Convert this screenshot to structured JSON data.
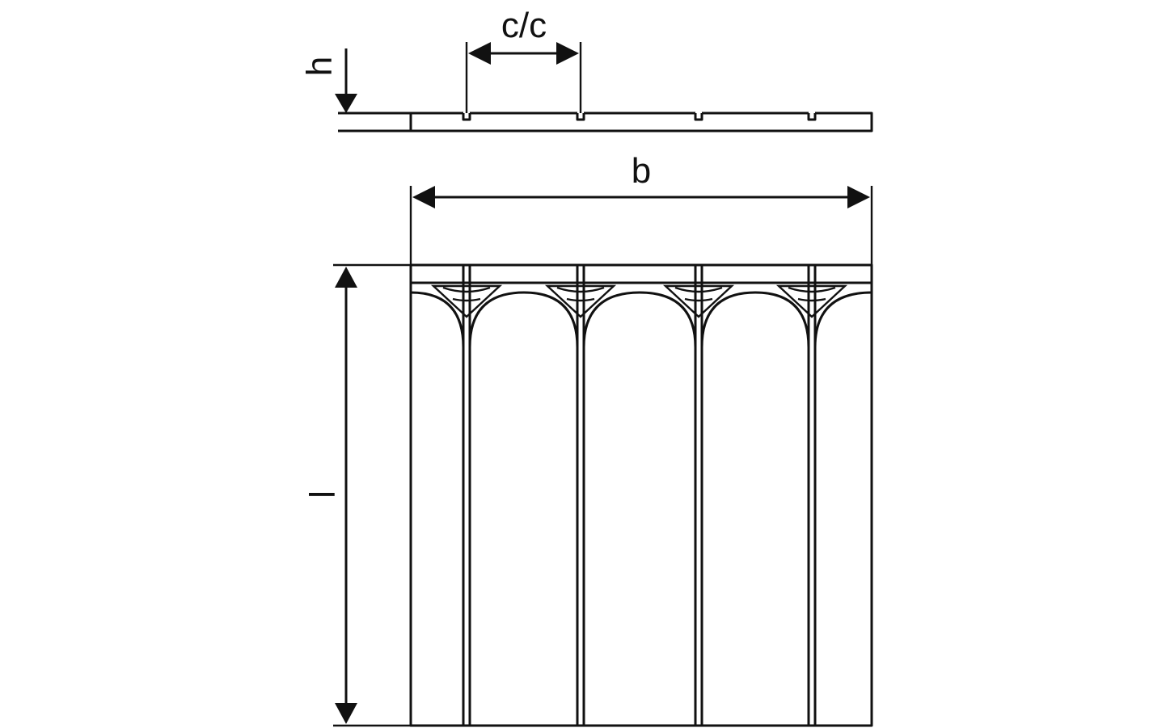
{
  "labels": {
    "height": "h",
    "center_spacing": "c/c",
    "width": "b",
    "length": "l"
  },
  "colors": {
    "line": "#111111",
    "background": "#ffffff"
  }
}
